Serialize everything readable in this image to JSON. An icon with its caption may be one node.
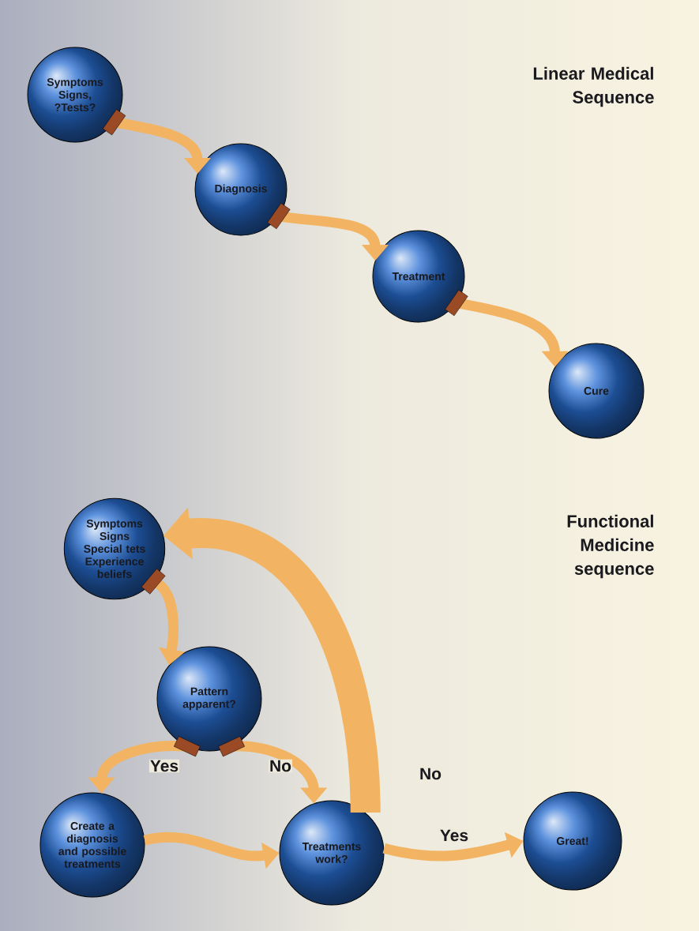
{
  "diagram": {
    "nodes": [
      {
        "text": [
          "Symptoms Signs, ?Tests?"
        ]
      },
      {
        "text": [
          "Diagnosis"
        ]
      },
      {
        "text": [
          "Treatment"
        ]
      },
      {
        "text": [
          "Cure"
        ]
      },
      {
        "text": [
          "Symptoms Signs Special tets Experience beliefs"
        ]
      },
      {
        "text": [
          "Pattern apparent?"
        ]
      },
      {
        "text": [
          "Create a diagnosis and possible treatments"
        ]
      },
      {
        "text": [
          "Treatments work?"
        ]
      },
      {
        "text": [
          "Great!"
        ]
      }
    ],
    "edges": [
      {
        "from": 0,
        "to": 1,
        "arrow": "to"
      },
      {
        "from": 1,
        "to": 2,
        "arrow": "to"
      },
      {
        "from": 2,
        "to": 3,
        "arrow": "to"
      },
      {
        "from": 4,
        "to": 5,
        "arrow": "to"
      },
      {
        "from": 5,
        "to": 6,
        "arrow": "to",
        "label": "Yes"
      },
      {
        "from": 5,
        "to": 7,
        "arrow": "to",
        "label": "No"
      },
      {
        "from": 6,
        "to": 7,
        "arrow": "to"
      },
      {
        "from": 7,
        "to": 4,
        "arrow": "to",
        "label": "No",
        "style": "thick"
      },
      {
        "from": 7,
        "to": 8,
        "arrow": "to",
        "label": "Yes"
      }
    ],
    "labels": [
      "Linear Medical Sequence",
      "Functional Medicine sequence"
    ]
  }
}
